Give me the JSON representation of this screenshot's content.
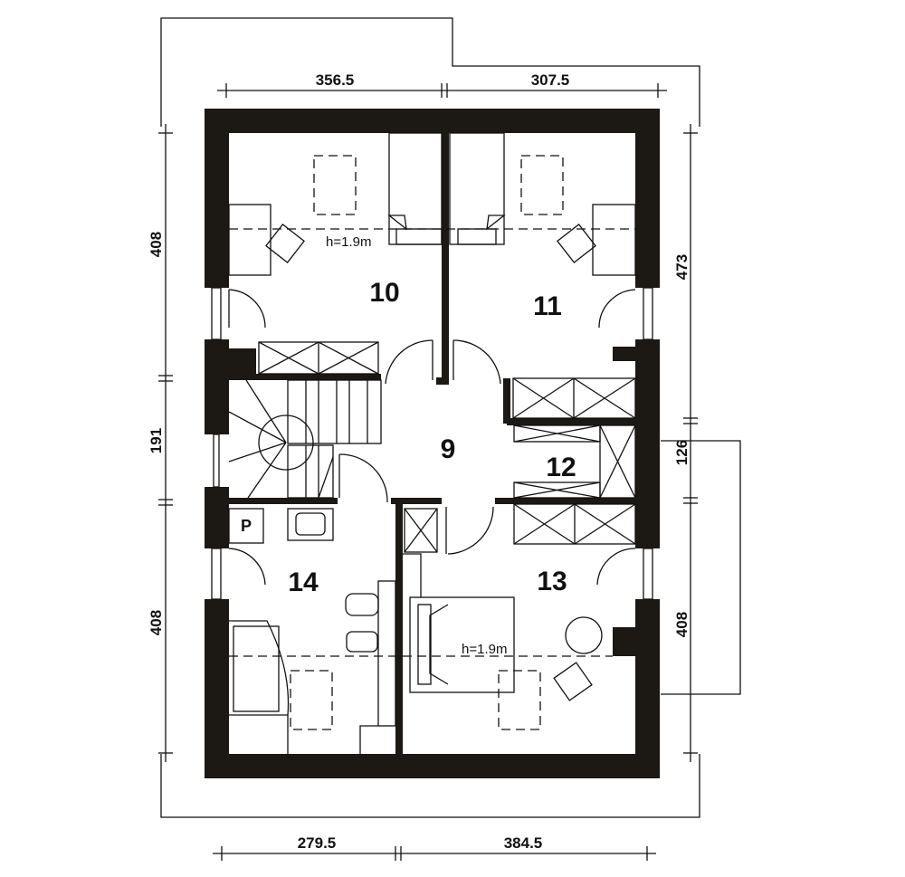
{
  "plan": {
    "dimensions": {
      "top": [
        "356.5",
        "307.5"
      ],
      "bottom": [
        "279.5",
        "384.5"
      ],
      "left": [
        "408",
        "191",
        "408"
      ],
      "right": [
        "473",
        "126",
        "408"
      ]
    },
    "rooms": [
      "9",
      "10",
      "11",
      "12",
      "13",
      "14"
    ],
    "ceiling_note_top": "h=1.9m",
    "ceiling_note_bottom": "h=1.9m",
    "pantry_label": "P",
    "wall_color": "#1c1915"
  }
}
